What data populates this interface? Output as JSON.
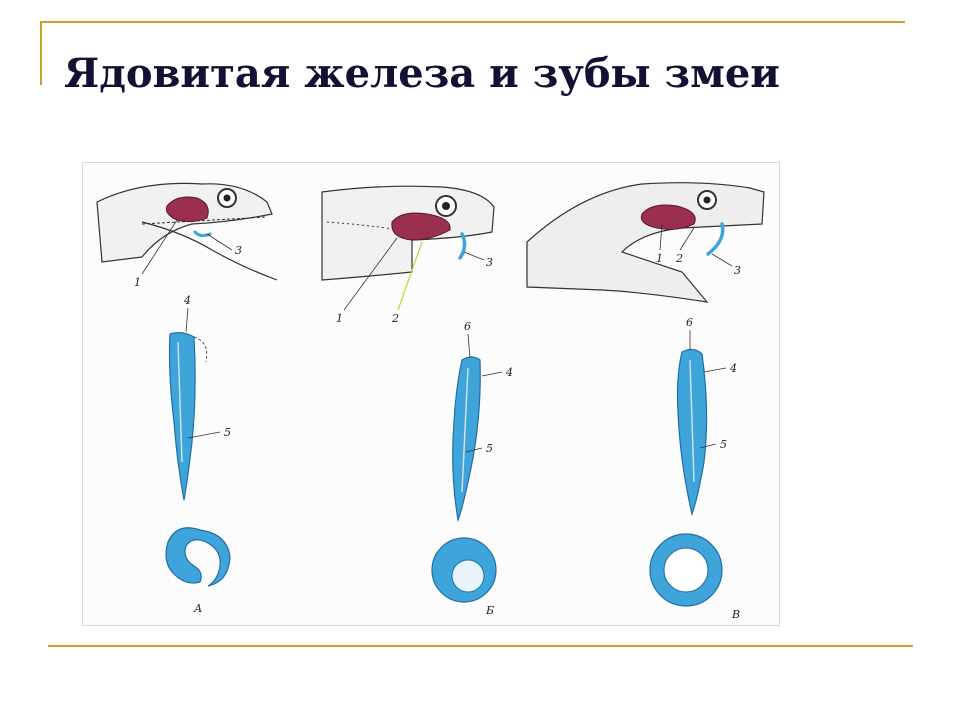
{
  "slide": {
    "title": "Ядовитая железа и зубы змеи",
    "accent_color": "#C9A227"
  },
  "figure": {
    "colors": {
      "gland": "#9B2F4E",
      "tooth": "#3FA4DA",
      "tooth_dark": "#1E6FA8",
      "line": "#333333"
    },
    "head_labels": {
      "left": [
        "1",
        "3"
      ],
      "middle": [
        "1",
        "2",
        "3"
      ],
      "right": [
        "1",
        "2",
        "3"
      ]
    },
    "tooth_labels": {
      "a": [
        "4",
        "5"
      ],
      "b": [
        "6",
        "4",
        "5"
      ],
      "c": [
        "6",
        "4",
        "5"
      ]
    },
    "section_letters": [
      "А",
      "Б",
      "В"
    ]
  }
}
